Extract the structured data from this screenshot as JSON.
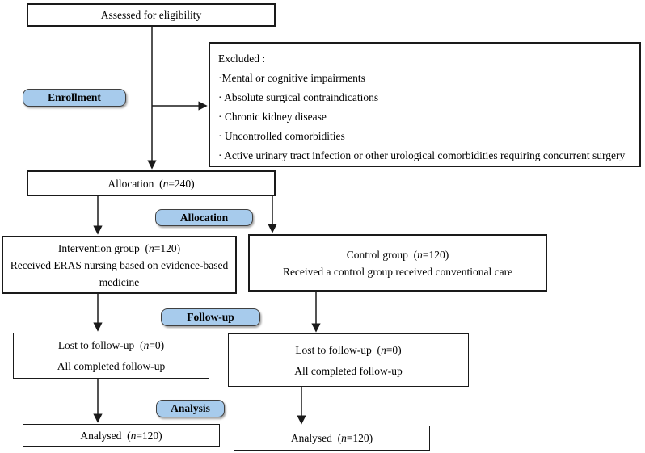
{
  "diagram": {
    "stages": {
      "enrollment": "Enrollment",
      "allocation": "Allocation",
      "followup": "Follow-up",
      "analysis": "Analysis"
    },
    "boxes": {
      "assessed": {
        "text": "Assessed for eligibility"
      },
      "excluded": {
        "title": "Excluded :",
        "items": [
          "·Mental or cognitive impairments",
          "· Absolute surgical contraindications",
          "· Chronic kidney disease",
          "· Uncontrolled comorbidities",
          "· Active urinary tract infection or other urological comorbidities requiring concurrent surgery"
        ]
      },
      "allocation": {
        "text": "Allocation  (*n*=240)"
      },
      "intervention": {
        "line1": "Intervention group  (*n*=120)",
        "line2": "Received ERAS nursing based on evidence-based medicine"
      },
      "control": {
        "line1": "Control group  (*n*=120)",
        "line2": "Received a control group received conventional care"
      },
      "followup_left": {
        "line1": "Lost to follow-up  (*n*=0)",
        "line2": "All completed follow-up"
      },
      "followup_right": {
        "line1": "Lost to follow-up  (*n*=0)",
        "line2": "All completed follow-up"
      },
      "analysed_left": {
        "text": "Analysed  (*n*=120)"
      },
      "analysed_right": {
        "text": "Analysed  (*n*=120)"
      }
    },
    "colors": {
      "badge_fill": "#A7CBEC",
      "badge_border": "#404040",
      "box_border": "#1A1A1A",
      "background": "#FFFFFF"
    }
  }
}
